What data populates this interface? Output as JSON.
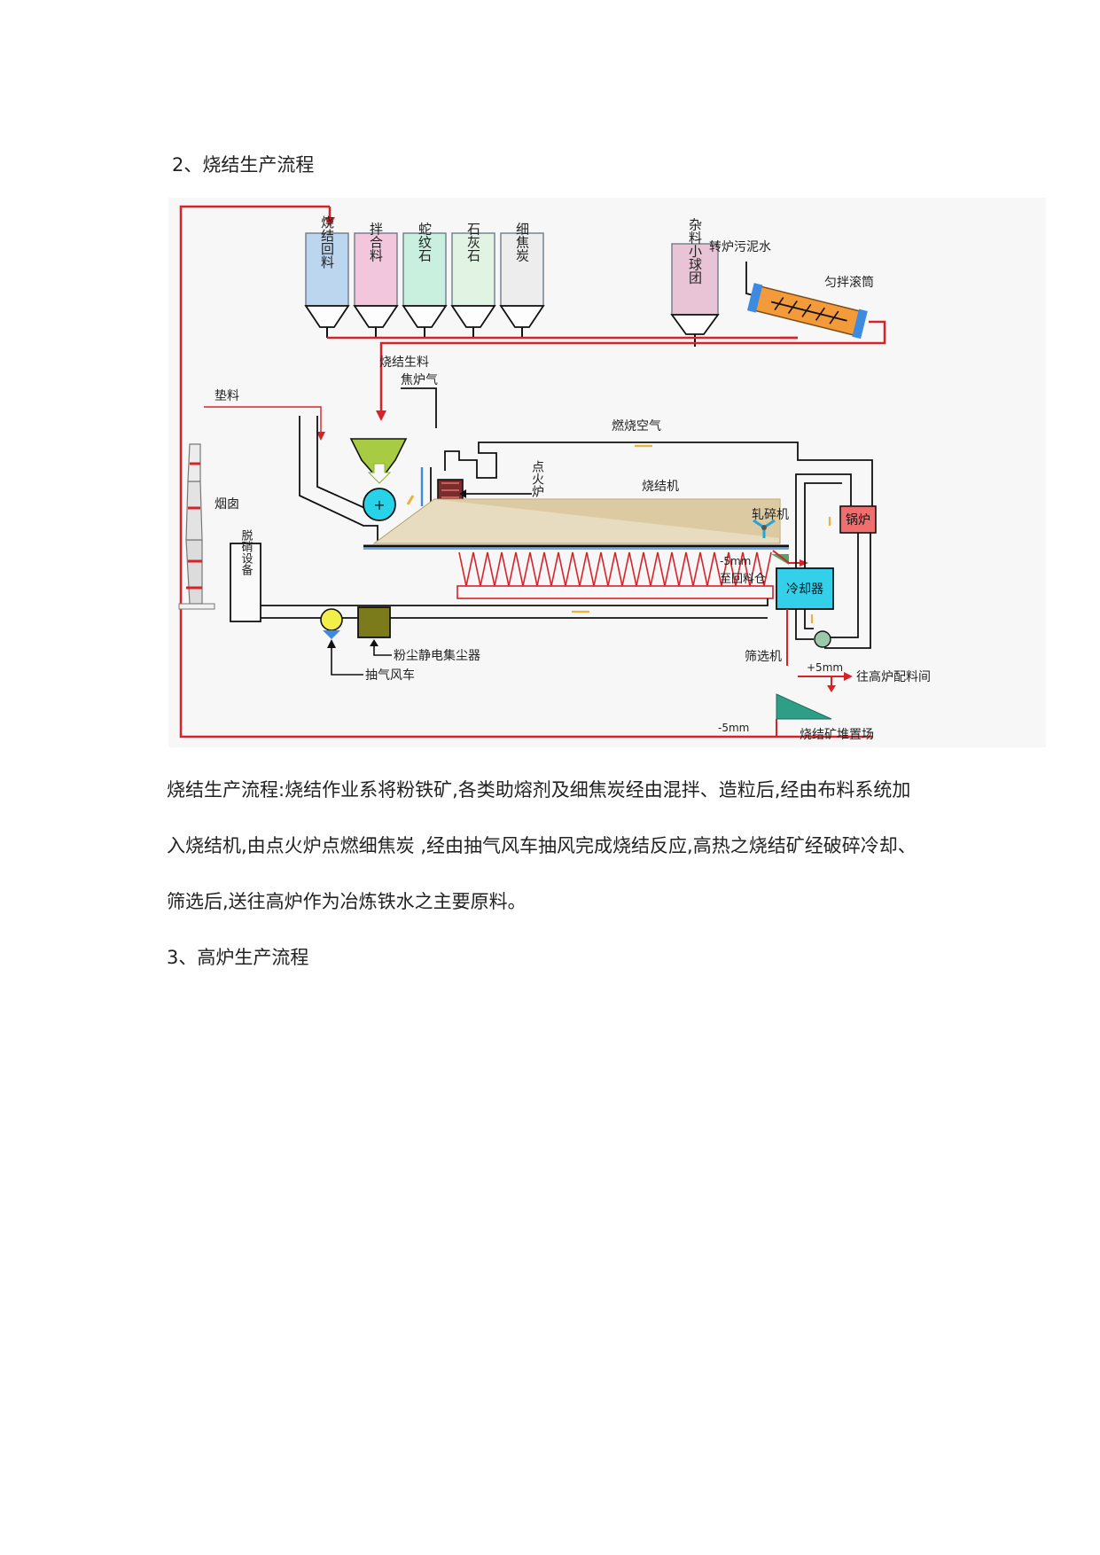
{
  "section2_heading": "2、烧结生产流程",
  "diagram": {
    "silos": [
      "烧结回料",
      "拌合料",
      "蛇纹石",
      "石灰石",
      "细焦炭"
    ],
    "silo_misc": "杂料小球团",
    "sludge": "转炉污泥水",
    "mixer": "匀拌滚筒",
    "raw_mix": "烧结生料",
    "coke_gas": "焦炉气",
    "bedding": "垫料",
    "combustion_air": "燃烧空气",
    "ignition_furnace": "点火炉",
    "sinter_machine": "烧结机",
    "chimney": "烟囱",
    "denitration": "脱硝设备",
    "crusher": "轧碎机",
    "minus5_a": "-5mm",
    "to_return_bin": "至回料仓",
    "boiler": "锅炉",
    "cooler": "冷却器",
    "esp": "粉尘静电集尘器",
    "fan": "抽气风车",
    "screen": "筛选机",
    "plus5": "+5mm",
    "to_bf": "往高炉配料间",
    "minus5_b": "-5mm",
    "stockyard": "烧结矿堆置场"
  },
  "para_lines": [
    "烧结生产流程:烧结作业系将粉铁矿,各类助熔剂及细焦炭经由混拌、造粒后,经由布料系统加",
    "入烧结机,由点火炉点燃细焦炭 ,经由抽气风车抽风完成烧结反应,高热之烧结矿经破碎冷却、",
    "筛选后,送往高炉作为冶炼铁水之主要原料。"
  ],
  "section3_heading": "3、高炉生产流程",
  "colors": {
    "red_line": "#d8222a",
    "black_line": "#111111",
    "silo_blue": "#bcd6ef",
    "silo_pink": "#f2c6dc",
    "silo_mint": "#c9f0df",
    "silo_green": "#e1f3e3",
    "silo_grey": "#ededed",
    "silo_mauve": "#e9c3d6",
    "mixer_orange": "#f39a3b",
    "hopper_green": "#a7cc44",
    "drum_cyan": "#27d3e8",
    "cooler_cyan": "#34cfe8",
    "boiler_red": "#ef6f6f",
    "esp_olive": "#7b7b1c",
    "screen_teal": "#2f9e86",
    "fan_yellow": "#f2ef4a",
    "flow_yellow": "#e8b43a"
  }
}
